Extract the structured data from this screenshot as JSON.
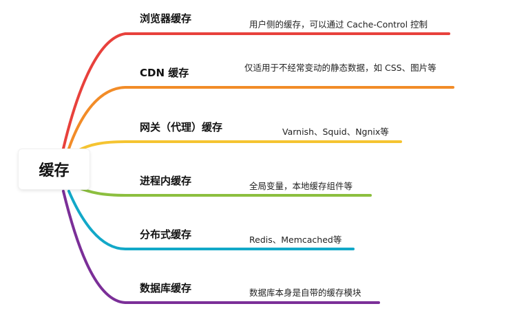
{
  "root": {
    "label": "缓存"
  },
  "branches": [
    {
      "id": "browser",
      "label": "浏览器缓存",
      "note": "用户侧的缓存，可以通过 Cache-Control 控制",
      "color": "#e8413c"
    },
    {
      "id": "cdn",
      "label": "CDN 缓存",
      "note": "仅适用于不经常变动的静态数据，如 CSS、图片等",
      "color": "#f28c28"
    },
    {
      "id": "gateway",
      "label": "网关（代理）缓存",
      "note": "Varnish、Squid、Ngnix等",
      "color": "#f5c431"
    },
    {
      "id": "inprocess",
      "label": "进程内缓存",
      "note": "全局变量，本地缓存组件等",
      "color": "#8cbf3f"
    },
    {
      "id": "distributed",
      "label": "分布式缓存",
      "note": "Redis、Memcached等",
      "color": "#12a8c8"
    },
    {
      "id": "database",
      "label": "数据库缓存",
      "note": "数据库本身是自带的缓存模块",
      "color": "#7b2f98"
    }
  ]
}
